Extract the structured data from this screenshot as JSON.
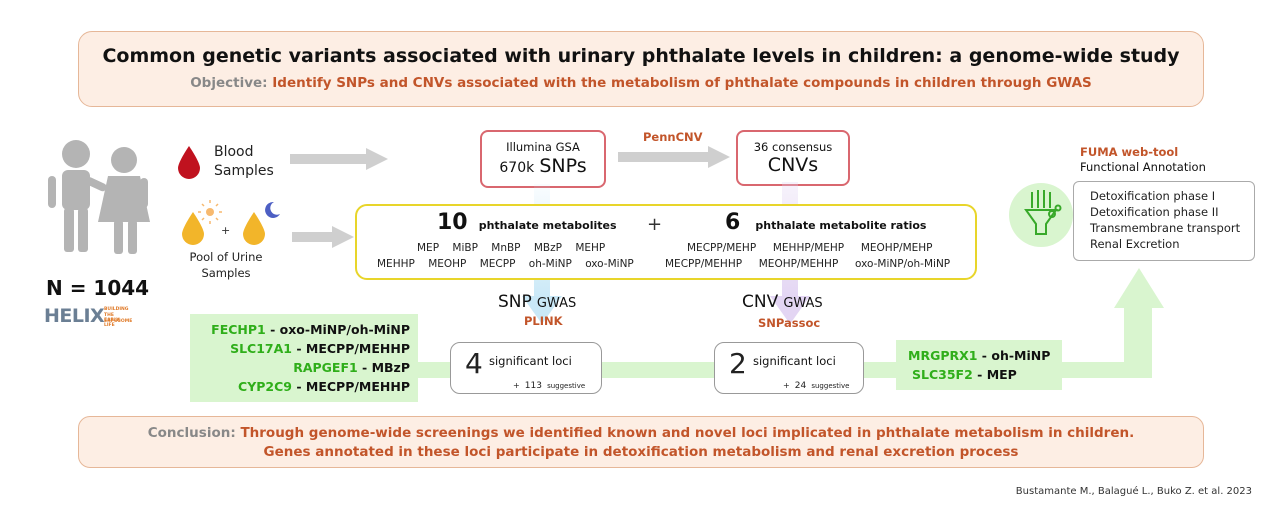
{
  "header": {
    "title": "Common genetic variants associated with urinary phthalate levels in children: a genome-wide study",
    "objective_label": "Objective:",
    "objective_text": "Identify SNPs and CNVs associated with the metabolism of phthalate compounds in children through GWAS"
  },
  "cohort": {
    "n_label": "N = 1044",
    "logo": "HELIX",
    "logo_tag_1": "BUILDING",
    "logo_tag_2": "THE EARLY-LIFE",
    "logo_tag_3": "EXPOSOME"
  },
  "samples": {
    "blood_1": "Blood",
    "blood_2": "Samples",
    "urine_1": "Pool of Urine",
    "urine_2": "Samples",
    "plus": "+"
  },
  "snps": {
    "line1": "Illumina GSA",
    "line2a": "670k",
    "line2b": "SNPs"
  },
  "pipeline": {
    "penncnv": "PennCNV"
  },
  "cnvs": {
    "line1": "36 consensus",
    "line2": "CNVs"
  },
  "metabolites": {
    "count": "10",
    "count_label": "phthalate metabolites",
    "plus": "+",
    "ratio_count": "6",
    "ratio_label": "phthalate metabolite ratios",
    "row1": [
      "MEP",
      "MiBP",
      "MnBP",
      "MBzP",
      "MEHP"
    ],
    "row2": [
      "MEHHP",
      "MEOHP",
      "MECPP",
      "oh-MiNP",
      "oxo-MiNP"
    ],
    "ratio_row1": [
      "MECPP/MEHP",
      "MEHHP/MEHP",
      "MEOHP/MEHP"
    ],
    "ratio_row2": [
      "MECPP/MEHHP",
      "MEOHP/MEHHP",
      "oxo-MiNP/oh-MiNP"
    ]
  },
  "snp_gwas": {
    "label_a": "SNP",
    "label_b": "GWAS",
    "tool": "PLINK",
    "loci_num": "4",
    "loci_text": "significant loci",
    "suggestive_plus": "+",
    "suggestive_num": "113",
    "suggestive_text": "suggestive"
  },
  "cnv_gwas": {
    "label_a": "CNV",
    "label_b": "GWAS",
    "tool": "SNPassoc",
    "loci_num": "2",
    "loci_text": "significant loci",
    "suggestive_plus": "+",
    "suggestive_num": "24",
    "suggestive_text": "suggestive"
  },
  "snp_genes": [
    {
      "gene": "FECHP1",
      "sep": " - ",
      "trait": "oxo-MiNP/oh-MiNP"
    },
    {
      "gene": "SLC17A1",
      "sep": " - ",
      "trait": "MECPP/MEHHP"
    },
    {
      "gene": "RAPGEF1",
      "sep": " - ",
      "trait": "MBzP"
    },
    {
      "gene": "CYP2C9",
      "sep": " - ",
      "trait": "MECPP/MEHHP"
    }
  ],
  "cnv_genes": [
    {
      "gene": "MRGPRX1",
      "sep": " - ",
      "trait": "oh-MiNP"
    },
    {
      "gene": "SLC35F2",
      "sep": " - ",
      "trait": "MEP"
    }
  ],
  "fuma": {
    "tool": "FUMA web-tool",
    "subtitle": "Functional Annotation",
    "items": [
      "Detoxification phase I",
      "Detoxification phase II",
      "Transmembrane transport",
      "Renal Excretion"
    ]
  },
  "conclusion": {
    "label": "Conclusion:",
    "text1": "Through genome-wide screenings we identified known and novel loci implicated in phthalate metabolism in children.",
    "text2": "Genes annotated in these loci participate in detoxification metabolism and renal excretion process"
  },
  "citation": "Bustamante M., Balagué L., Buko Z. et al. 2023",
  "colors": {
    "accent_orange": "#c2552a",
    "gene_green": "#2fae1a",
    "panel_peach": "#fdeee4",
    "highlight_green": "#d9f5cf",
    "frame_yellow": "#e8d52a",
    "frame_red": "#d9676f"
  }
}
